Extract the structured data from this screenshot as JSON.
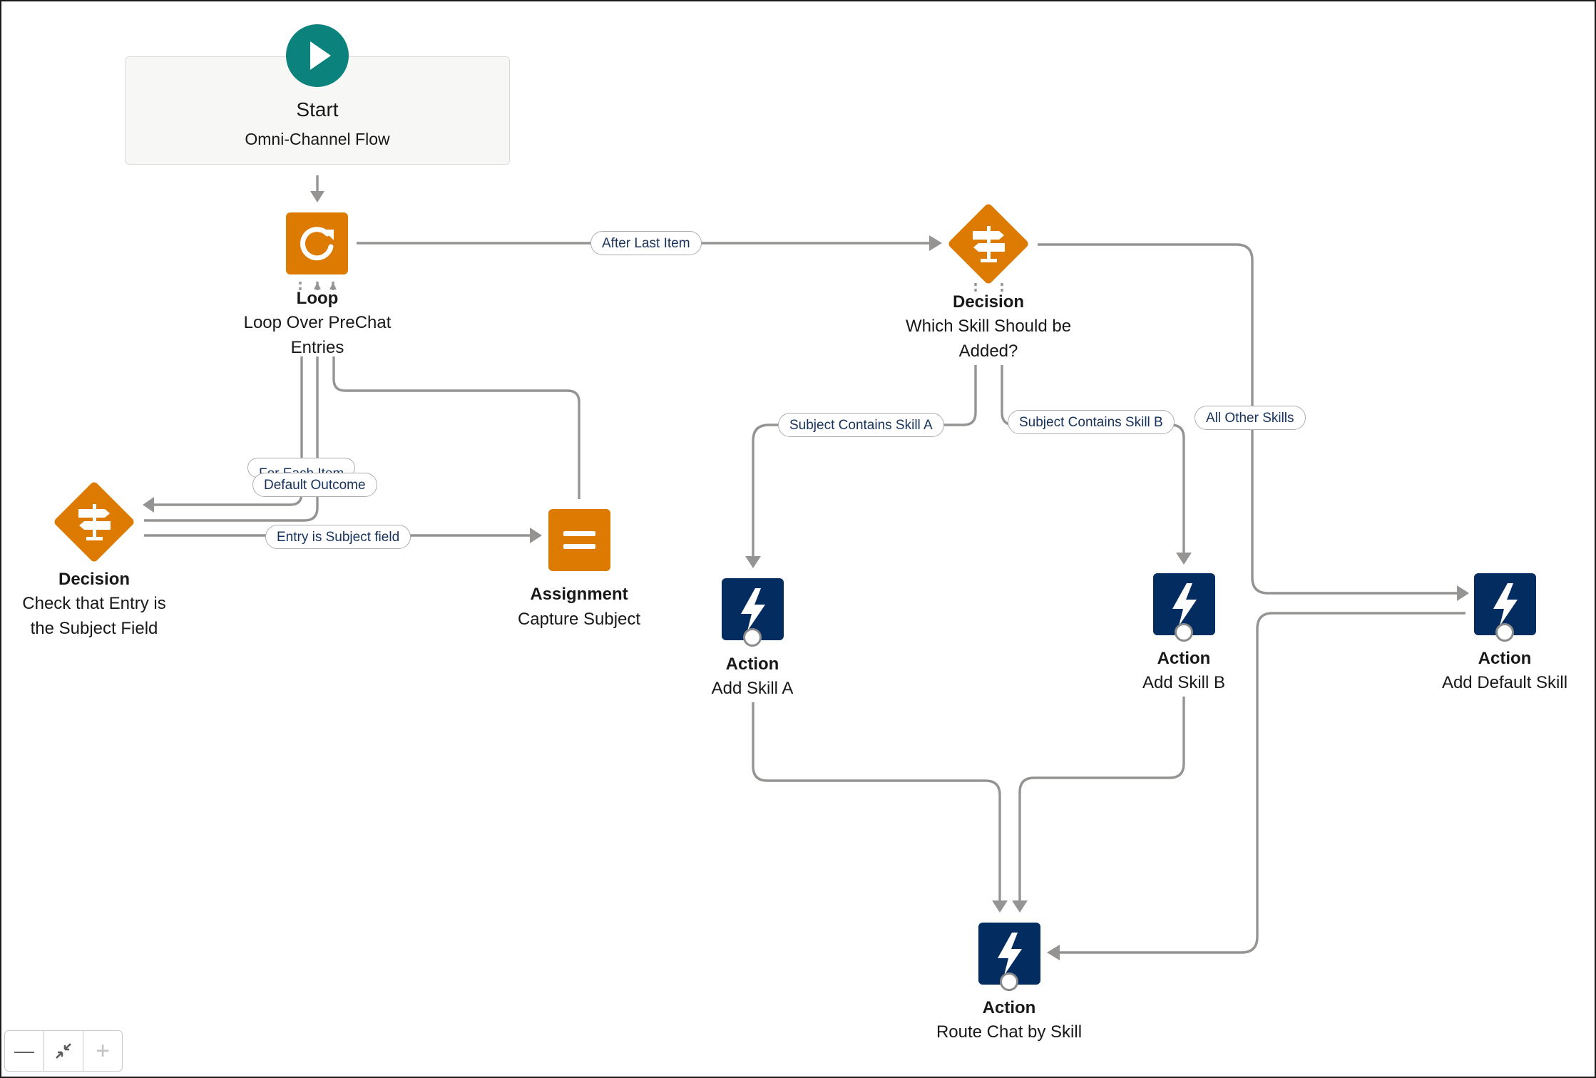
{
  "canvas": {
    "accent_orange": "#dd7a01",
    "accent_navy": "#032d60",
    "accent_teal": "#0b827c",
    "connector_color": "#969492",
    "label_text_color": "#16325c"
  },
  "nodes": {
    "start": {
      "title": "Start",
      "subtitle": "Omni-Channel Flow",
      "icon": "play-icon"
    },
    "loop": {
      "title": "Loop",
      "subtitle": "Loop Over PreChat Entries",
      "icon": "refresh-icon"
    },
    "decision_entry": {
      "title": "Decision",
      "subtitle": "Check that Entry is the Subject Field",
      "icon": "signpost-icon"
    },
    "assignment": {
      "title": "Assignment",
      "subtitle": "Capture Subject",
      "icon": "equals-icon"
    },
    "decision_skill": {
      "title": "Decision",
      "subtitle": "Which Skill Should be Added?",
      "icon": "signpost-icon"
    },
    "action_a": {
      "title": "Action",
      "subtitle": "Add Skill A",
      "icon": "lightning-icon"
    },
    "action_b": {
      "title": "Action",
      "subtitle": "Add Skill B",
      "icon": "lightning-icon"
    },
    "action_default": {
      "title": "Action",
      "subtitle": "Add Default Skill",
      "icon": "lightning-icon"
    },
    "action_route": {
      "title": "Action",
      "subtitle": "Route Chat by Skill",
      "icon": "lightning-icon"
    }
  },
  "edges": {
    "after_last_item": "After Last Item",
    "for_each_item": "For Each Item",
    "default_outcome": "Default Outcome",
    "entry_is_subject": "Entry is Subject field",
    "skill_a": "Subject Contains Skill A",
    "skill_b": "Subject Contains Skill B",
    "other_skills": "All Other Skills"
  },
  "zoom_controls": {
    "zoom_out": "—",
    "fit": "fit",
    "zoom_in": "+"
  }
}
